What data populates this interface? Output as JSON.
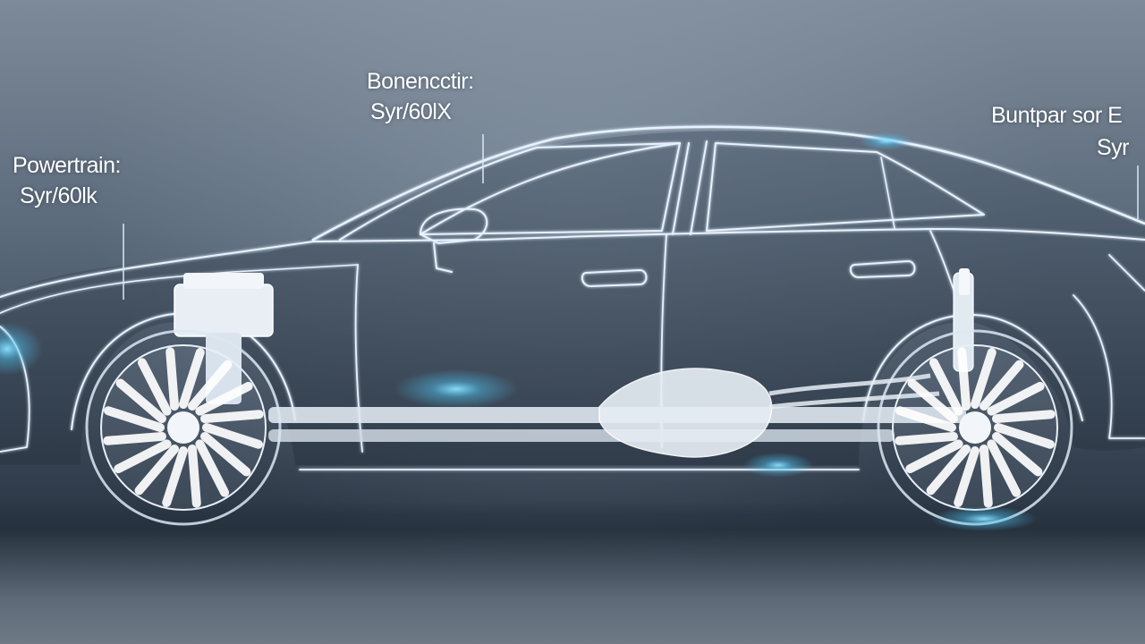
{
  "callouts": {
    "top": {
      "title": "Bonencctir:",
      "value": "Syr/60lX"
    },
    "left": {
      "title": "Powertrain:",
      "value": "Syr/60lk"
    },
    "right": {
      "title": "Buntpar sor E",
      "value": "Syr"
    }
  },
  "colors": {
    "background_top": "#7d8a99",
    "background_mid": "#3f4c5c",
    "wireframe": "#e6f2ff",
    "glow": "#5fd0ff",
    "components": "#dfe7ef"
  }
}
